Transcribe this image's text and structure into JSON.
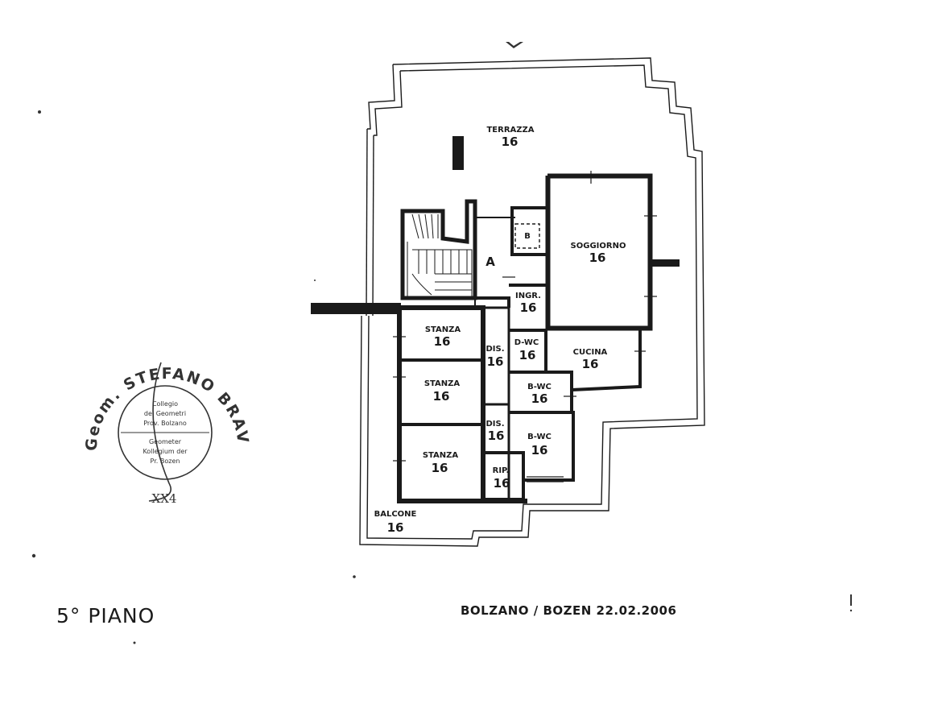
{
  "floor_title": "5° PIANO",
  "city_date": "BOLZANO / BOZEN 22.02.2006",
  "stamp": {
    "name": "Geom. STEFANO BRAVO",
    "inner_it_1": "Collegio",
    "inner_it_2": "dei Geometri",
    "inner_it_3": "Prov. Bolzano",
    "inner_de_1": "Geometer",
    "inner_de_2": "Kollegium der",
    "inner_de_3": "Pr. Bozen",
    "number": "XX4"
  },
  "rooms": {
    "terrazza": {
      "label": "TERRAZZA",
      "number": "16"
    },
    "soggiorno": {
      "label": "SOGGIORNO",
      "number": "16"
    },
    "a": {
      "label": "A"
    },
    "b": {
      "label": "B"
    },
    "ingr": {
      "label": "INGR.",
      "number": "16"
    },
    "stanza_1": {
      "label": "STANZA",
      "number": "16"
    },
    "stanza_2": {
      "label": "STANZA",
      "number": "16"
    },
    "stanza_3": {
      "label": "STANZA",
      "number": "16"
    },
    "dis_1": {
      "label": "DIS.",
      "number": "16"
    },
    "dis_2": {
      "label": "DIS.",
      "number": "16"
    },
    "d_wc": {
      "label": "D-WC",
      "number": "16"
    },
    "cucina": {
      "label": "CUCINA",
      "number": "16"
    },
    "b_wc_1": {
      "label": "B-WC",
      "number": "16"
    },
    "b_wc_2": {
      "label": "B-WC",
      "number": "16"
    },
    "rip": {
      "label": "RIP.",
      "number": "16"
    },
    "balcone": {
      "label": "BALCONE",
      "number": "16"
    }
  }
}
